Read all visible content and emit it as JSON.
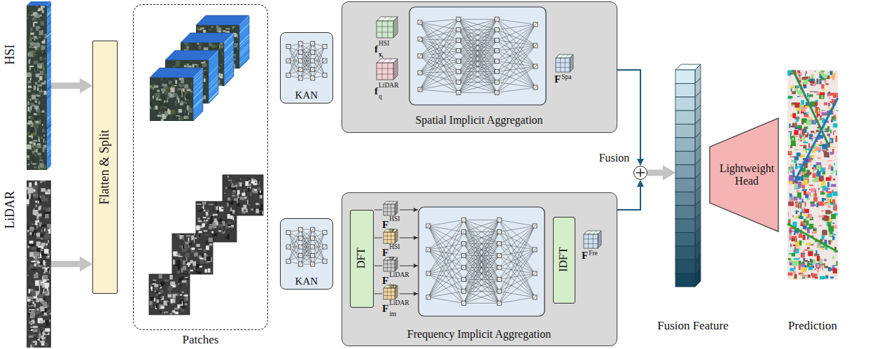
{
  "diagram": {
    "nodes": [
      {
        "text": [
          "HSI"
        ]
      },
      {
        "text": [
          "LiDAR"
        ]
      },
      {
        "text": [
          "Flatten & Split"
        ]
      },
      {
        "text": [
          "Patches"
        ]
      },
      {
        "text": [
          "KAN"
        ]
      },
      {
        "text": [
          "Spatial Implicit Aggregation"
        ]
      },
      {
        "text": [
          "KAN"
        ]
      },
      {
        "text": [
          "Frequency Implicit Aggregation"
        ]
      },
      {
        "text": [
          "DFT"
        ],
        "in": 7
      },
      {
        "text": [
          "IDFT"
        ],
        "in": 7
      },
      {
        "text": [
          "Fusion"
        ]
      },
      {
        "text": [
          "Fusion Feature"
        ]
      },
      {
        "text": [
          "Lightweight Head"
        ]
      },
      {
        "text": [
          "Prediction"
        ]
      }
    ],
    "edges": [
      {
        "from": 0,
        "to": 2,
        "arrow": "to"
      },
      {
        "from": 1,
        "to": 2,
        "arrow": "to"
      },
      {
        "from": 5,
        "to": 10,
        "arrow": "to"
      },
      {
        "from": 7,
        "to": 10,
        "arrow": "to"
      },
      {
        "from": 10,
        "to": 11,
        "arrow": "to"
      }
    ],
    "labels": [
      "f",
      "HSI",
      "x",
      "i",
      "f",
      "LiDAR",
      "q",
      "F",
      "Spa",
      "F",
      "HSI",
      "re",
      "F",
      "HSI",
      "re",
      "F",
      "LiDAR",
      "im",
      "F",
      "LiDAR",
      "im",
      "F",
      "Fre"
    ]
  }
}
